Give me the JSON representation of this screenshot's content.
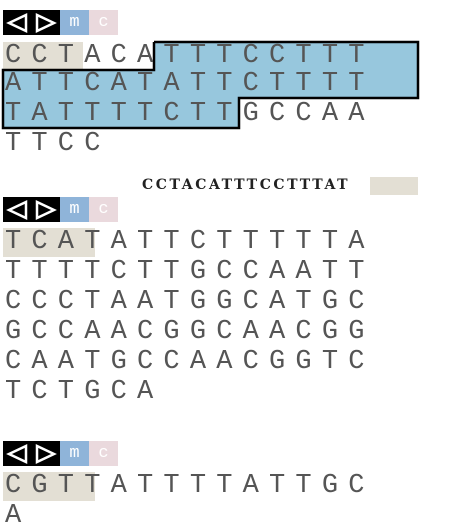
{
  "blocks": [
    {
      "toolbar": {
        "nav_icons": [
          "triangle-left-icon",
          "triangle-right-icon"
        ],
        "m_label": "m",
        "c_label": "c"
      },
      "lines": [
        "CCTACATTTCCTTT",
        "ATTCATATTCTTTT",
        "TATTTTCTTGCCAA",
        "TTCC"
      ]
    },
    {
      "caption": "CCTACATTTCCTTTAT",
      "toolbar": {
        "nav_icons": [
          "triangle-left-icon",
          "triangle-right-icon"
        ],
        "m_label": "m",
        "c_label": "c"
      },
      "lines": [
        "TCATATTCTTTTTA",
        "TTTTCTTGCCAATT",
        "CCCTAATGGCATGC",
        "GCCAACGGCAACGG",
        "CAATGCCAACGGTC",
        "TCTGCA"
      ]
    },
    {
      "toolbar": {
        "nav_icons": [
          "triangle-left-icon",
          "triangle-right-icon"
        ],
        "m_label": "m",
        "c_label": "c"
      },
      "lines": [
        "CGTTATTTTATTGC",
        "A"
      ]
    }
  ],
  "colors": {
    "primer_highlight": "#e3dfd4",
    "match_highlight": "#97c7dd",
    "toolbar_bg": "#000000",
    "m_bg": "#8fb4d9",
    "c_bg": "#ead9dd",
    "text": "#555555"
  }
}
